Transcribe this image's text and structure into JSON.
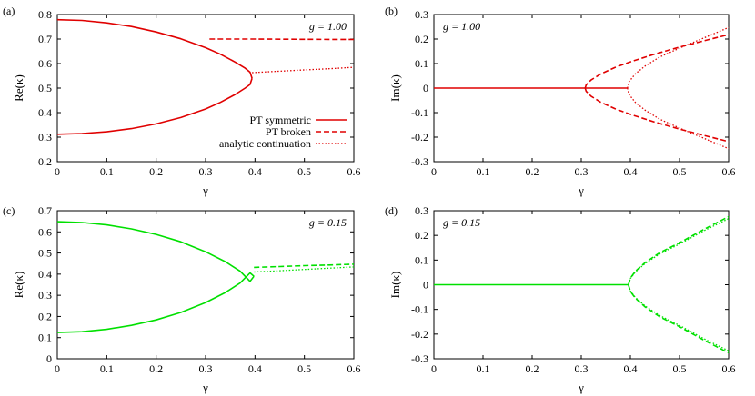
{
  "chart_data": [
    {
      "type": "line",
      "panel_label": "(a)",
      "annotation": "g = 1.00",
      "xlabel": "γ",
      "ylabel": "Re(κ)",
      "xlim": [
        0,
        0.6
      ],
      "ylim": [
        0.2,
        0.8
      ],
      "xticks": [
        "0",
        "0.1",
        "0.2",
        "0.3",
        "0.4",
        "0.5",
        "0.6"
      ],
      "yticks": [
        "0.2",
        "0.3",
        "0.4",
        "0.5",
        "0.6",
        "0.7",
        "0.8"
      ],
      "color": "#e00000",
      "grid": false,
      "legend": {
        "placement": "bottom-right",
        "entries": [
          {
            "label": "PT symmetric",
            "style": "solid"
          },
          {
            "label": "PT broken",
            "style": "dashed"
          },
          {
            "label": "analytic continuation",
            "style": "dotted"
          }
        ]
      },
      "series": [
        {
          "style": "solid",
          "x": [
            0,
            0.05,
            0.1,
            0.15,
            0.2,
            0.25,
            0.3,
            0.33,
            0.36,
            0.38,
            0.39,
            0.394
          ],
          "y": [
            0.779,
            0.776,
            0.766,
            0.751,
            0.729,
            0.701,
            0.665,
            0.638,
            0.606,
            0.581,
            0.565,
            0.54
          ]
        },
        {
          "style": "solid",
          "x": [
            0,
            0.05,
            0.1,
            0.15,
            0.2,
            0.25,
            0.3,
            0.33,
            0.36,
            0.38,
            0.39,
            0.394
          ],
          "y": [
            0.312,
            0.315,
            0.322,
            0.335,
            0.354,
            0.38,
            0.415,
            0.442,
            0.474,
            0.5,
            0.515,
            0.54
          ]
        },
        {
          "style": "dashed",
          "x": [
            0.308,
            0.33,
            0.4,
            0.5,
            0.6
          ],
          "y": [
            0.7,
            0.7,
            0.7,
            0.699,
            0.698
          ]
        },
        {
          "style": "dotted",
          "x": [
            0.394,
            0.45,
            0.5,
            0.55,
            0.6
          ],
          "y": [
            0.563,
            0.569,
            0.574,
            0.579,
            0.585
          ]
        }
      ]
    },
    {
      "type": "line",
      "panel_label": "(b)",
      "annotation": "g = 1.00",
      "xlabel": "γ",
      "ylabel": "Im(κ)",
      "xlim": [
        0,
        0.6
      ],
      "ylim": [
        -0.3,
        0.3
      ],
      "xticks": [
        "0",
        "0.1",
        "0.2",
        "0.3",
        "0.4",
        "0.5",
        "0.6"
      ],
      "yticks": [
        "-0.3",
        "-0.2",
        "-0.1",
        "0",
        "0.1",
        "0.2",
        "0.3"
      ],
      "color": "#e00000",
      "grid": false,
      "series": [
        {
          "style": "solid",
          "x": [
            0,
            0.308
          ],
          "y": [
            0,
            0
          ]
        },
        {
          "style": "solid",
          "x": [
            0.308,
            0.394
          ],
          "y": [
            0,
            0
          ]
        },
        {
          "style": "dashed",
          "x": [
            0.308,
            0.31,
            0.32,
            0.34,
            0.37,
            0.4,
            0.45,
            0.5,
            0.55,
            0.6
          ],
          "y": [
            0,
            0.013,
            0.033,
            0.058,
            0.085,
            0.107,
            0.139,
            0.167,
            0.193,
            0.218
          ]
        },
        {
          "style": "dashed",
          "x": [
            0.308,
            0.31,
            0.32,
            0.34,
            0.37,
            0.4,
            0.45,
            0.5,
            0.55,
            0.6
          ],
          "y": [
            0,
            -0.013,
            -0.033,
            -0.058,
            -0.085,
            -0.107,
            -0.139,
            -0.167,
            -0.193,
            -0.218
          ]
        },
        {
          "style": "dotted",
          "x": [
            0.394,
            0.397,
            0.41,
            0.43,
            0.46,
            0.5,
            0.55,
            0.6
          ],
          "y": [
            0,
            0.025,
            0.058,
            0.09,
            0.127,
            0.163,
            0.205,
            0.247
          ]
        },
        {
          "style": "dotted",
          "x": [
            0.394,
            0.397,
            0.41,
            0.43,
            0.46,
            0.5,
            0.55,
            0.6
          ],
          "y": [
            0,
            -0.025,
            -0.058,
            -0.09,
            -0.127,
            -0.163,
            -0.205,
            -0.247
          ]
        }
      ]
    },
    {
      "type": "line",
      "panel_label": "(c)",
      "annotation": "g = 0.15",
      "xlabel": "γ",
      "ylabel": "Re(κ)",
      "xlim": [
        0,
        0.6
      ],
      "ylim": [
        0,
        0.7
      ],
      "xticks": [
        "0",
        "0.1",
        "0.2",
        "0.3",
        "0.4",
        "0.5",
        "0.6"
      ],
      "yticks": [
        "0",
        "0.1",
        "0.2",
        "0.3",
        "0.4",
        "0.5",
        "0.6",
        "0.7"
      ],
      "color": "#00e000",
      "grid": false,
      "series": [
        {
          "style": "solid",
          "x": [
            0,
            0.05,
            0.1,
            0.15,
            0.2,
            0.25,
            0.3,
            0.34,
            0.37,
            0.39,
            0.398
          ],
          "y": [
            0.648,
            0.644,
            0.633,
            0.614,
            0.588,
            0.553,
            0.506,
            0.459,
            0.414,
            0.366,
            0.39
          ]
        },
        {
          "style": "solid",
          "x": [
            0,
            0.05,
            0.1,
            0.15,
            0.2,
            0.25,
            0.3,
            0.34,
            0.37,
            0.39,
            0.398
          ],
          "y": [
            0.124,
            0.128,
            0.139,
            0.158,
            0.184,
            0.219,
            0.266,
            0.313,
            0.358,
            0.406,
            0.39
          ]
        },
        {
          "style": "dashed",
          "x": [
            0.398,
            0.45,
            0.5,
            0.55,
            0.6
          ],
          "y": [
            0.432,
            0.436,
            0.44,
            0.443,
            0.447
          ]
        },
        {
          "style": "dotted",
          "x": [
            0.398,
            0.45,
            0.5,
            0.55,
            0.6
          ],
          "y": [
            0.41,
            0.416,
            0.422,
            0.428,
            0.434
          ]
        }
      ]
    },
    {
      "type": "line",
      "panel_label": "(d)",
      "annotation": "g = 0.15",
      "xlabel": "γ",
      "ylabel": "Im(κ)",
      "xlim": [
        0,
        0.6
      ],
      "ylim": [
        -0.3,
        0.3
      ],
      "xticks": [
        "0",
        "0.1",
        "0.2",
        "0.3",
        "0.4",
        "0.5",
        "0.6"
      ],
      "yticks": [
        "-0.3",
        "-0.2",
        "-0.1",
        "0",
        "0.1",
        "0.2",
        "0.3"
      ],
      "color": "#00e000",
      "grid": false,
      "series": [
        {
          "style": "solid",
          "x": [
            0,
            0.396
          ],
          "y": [
            0,
            0
          ]
        },
        {
          "style": "dashed",
          "x": [
            0.396,
            0.4,
            0.41,
            0.43,
            0.46,
            0.5,
            0.55,
            0.6
          ],
          "y": [
            0,
            0.027,
            0.054,
            0.09,
            0.13,
            0.17,
            0.225,
            0.276
          ]
        },
        {
          "style": "dashed",
          "x": [
            0.396,
            0.4,
            0.41,
            0.43,
            0.46,
            0.5,
            0.55,
            0.6
          ],
          "y": [
            0,
            -0.027,
            -0.054,
            -0.09,
            -0.13,
            -0.17,
            -0.225,
            -0.276
          ]
        },
        {
          "style": "dotted",
          "x": [
            0.396,
            0.4,
            0.41,
            0.43,
            0.46,
            0.5,
            0.55,
            0.6
          ],
          "y": [
            0,
            0.025,
            0.051,
            0.086,
            0.125,
            0.165,
            0.219,
            0.268
          ]
        },
        {
          "style": "dotted",
          "x": [
            0.396,
            0.4,
            0.41,
            0.43,
            0.46,
            0.5,
            0.55,
            0.6
          ],
          "y": [
            0,
            -0.025,
            -0.051,
            -0.086,
            -0.125,
            -0.165,
            -0.219,
            -0.268
          ]
        }
      ]
    }
  ]
}
